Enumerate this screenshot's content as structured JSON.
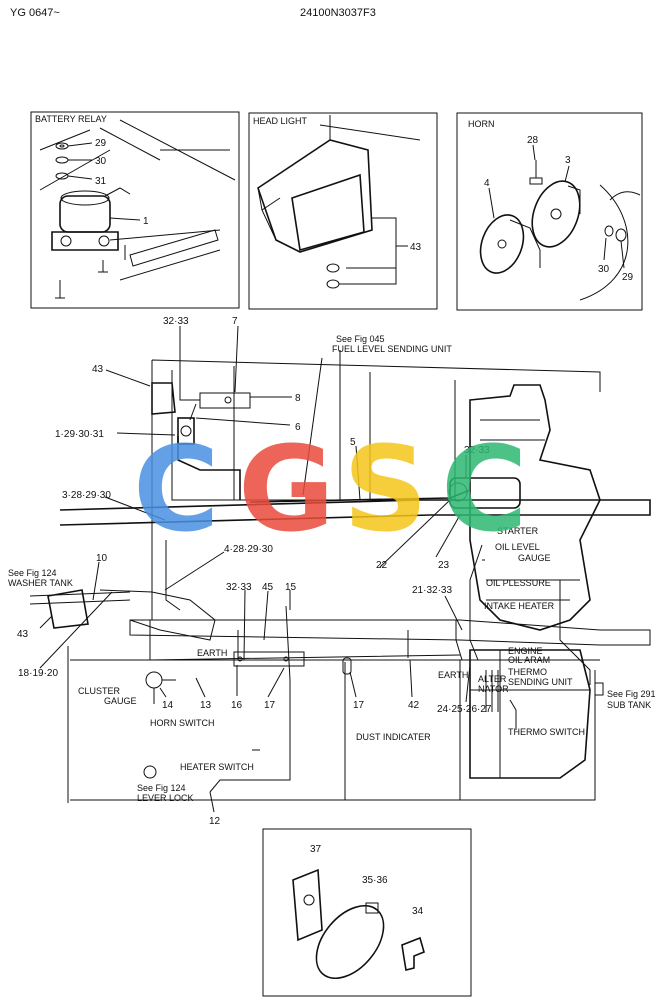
{
  "header": {
    "left_code": "YG 0647~",
    "center_code": "24100N3037F3"
  },
  "watermark": {
    "letters": [
      "C",
      "G",
      "S",
      "C"
    ],
    "colors": [
      "#4a90e2",
      "#e94b3c",
      "#f5c518",
      "#2eb872"
    ]
  },
  "insets": {
    "battery_relay": {
      "title": "BATTERY RELAY",
      "parts": [
        "29",
        "30",
        "31",
        "1"
      ]
    },
    "head_light": {
      "title": "HEAD LIGHT",
      "parts": [
        "43"
      ]
    },
    "horn": {
      "title": "HORN",
      "parts": [
        "28",
        "3",
        "4",
        "30",
        "29"
      ]
    }
  },
  "callouts": {
    "c32_33_top": "32·33",
    "c7": "7",
    "c43_left": "43",
    "c8": "8",
    "c6": "6",
    "c1_29_30_31": "1·29·30·31",
    "c5": "5",
    "c32_33_right": "32·33",
    "c3_28_29_30": "3·28·29·30",
    "c4_28_29_30": "4·28·29·30",
    "c22": "22",
    "c23": "23",
    "c10": "10",
    "c32_33_mid": "32·33",
    "c45": "45",
    "c15": "15",
    "c21_32_33": "21·32·33",
    "c43_bottom": "43",
    "c18_19_20": "18·19·20",
    "c14": "14",
    "c13": "13",
    "c16": "16",
    "c17a": "17",
    "c17b": "17",
    "c42": "42",
    "c24_27": "24·25·26·27",
    "c12": "12"
  },
  "labels": {
    "see_fig_045": "See Fig 045",
    "fuel_level_sending_unit": "FUEL LEVEL SENDING UNIT",
    "starter": "STARTER",
    "oil_level": "OIL LEVEL",
    "gauge": "GAUGE",
    "oil_pleasure": "OIL PLESSURE",
    "intake_heater": "INTAKE HEATER",
    "see_fig_124_a": "See Fig 124",
    "washer_tank": "WASHER TANK",
    "earth_mid": "EARTH",
    "earth_right": "EARTH",
    "alter": "ALTER",
    "nator": "NATOR",
    "engine": "ENGINE",
    "oil_aram": "OIL ARAM",
    "thermo": "THERMO",
    "sending_unit": "SENDING UNIT",
    "thermo_switch": "THERMO SWITCH",
    "see_fig_291": "See Fig 291",
    "sub_tank": "SUB TANK",
    "cluster": "CLUSTER",
    "gauge_cluster": "GAUGE",
    "horn_switch": "HORN SWITCH",
    "dust_indicater": "DUST INDICATER",
    "heater_switch": "HEATER SWITCH",
    "see_fig_124_b": "See Fig 124",
    "lever_lock": "LEVER LOCK"
  },
  "bottom_inset": {
    "c37": "37",
    "c35_36": "35·36",
    "c34": "34"
  }
}
